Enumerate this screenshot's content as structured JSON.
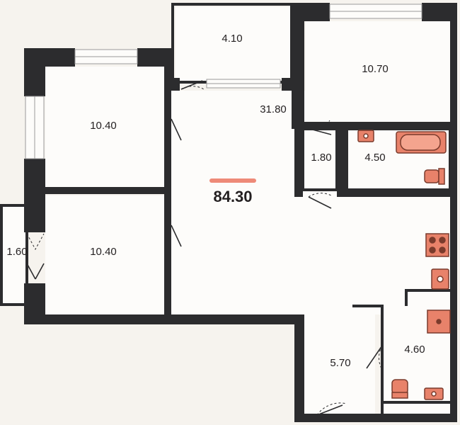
{
  "plan": {
    "total_area": "84.30",
    "rooms": {
      "loggia_top": "4.10",
      "bedroom_top_right": "10.70",
      "bedroom_left_top": "10.40",
      "living_kitchen": "31.80",
      "closet": "1.80",
      "bathroom": "4.50",
      "bedroom_left_bottom": "10.40",
      "balcony_left": "1.60",
      "hall": "5.70",
      "wc": "4.60"
    },
    "colors": {
      "background": "#f6f3ee",
      "floor": "#fdfcfa",
      "wall": "#2c2c2e",
      "fixture": "#e8826a",
      "fixture_stroke": "#7a3b2c",
      "accent": "#ee8a78"
    }
  }
}
